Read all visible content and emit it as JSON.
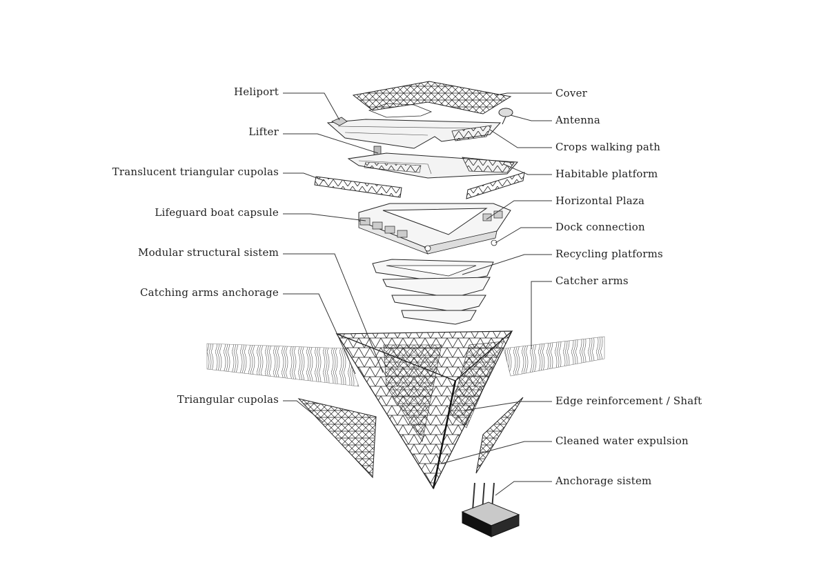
{
  "diagram": {
    "left_labels": [
      "Heliport",
      "Lifter",
      "Translucent triangular cupolas",
      "Lifeguard boat capsule",
      "Modular structural sistem",
      "Catching arms anchorage",
      "Triangular cupolas"
    ],
    "right_labels": [
      "Cover",
      "Antenna",
      "Crops walking path",
      "Habitable platform",
      "Horizontal Plaza",
      "Dock connection",
      "Recycling platforms",
      "Catcher arms",
      "Edge reinforcement / Shaft",
      "Cleaned water expulsion",
      "Anchorage sistem"
    ]
  }
}
